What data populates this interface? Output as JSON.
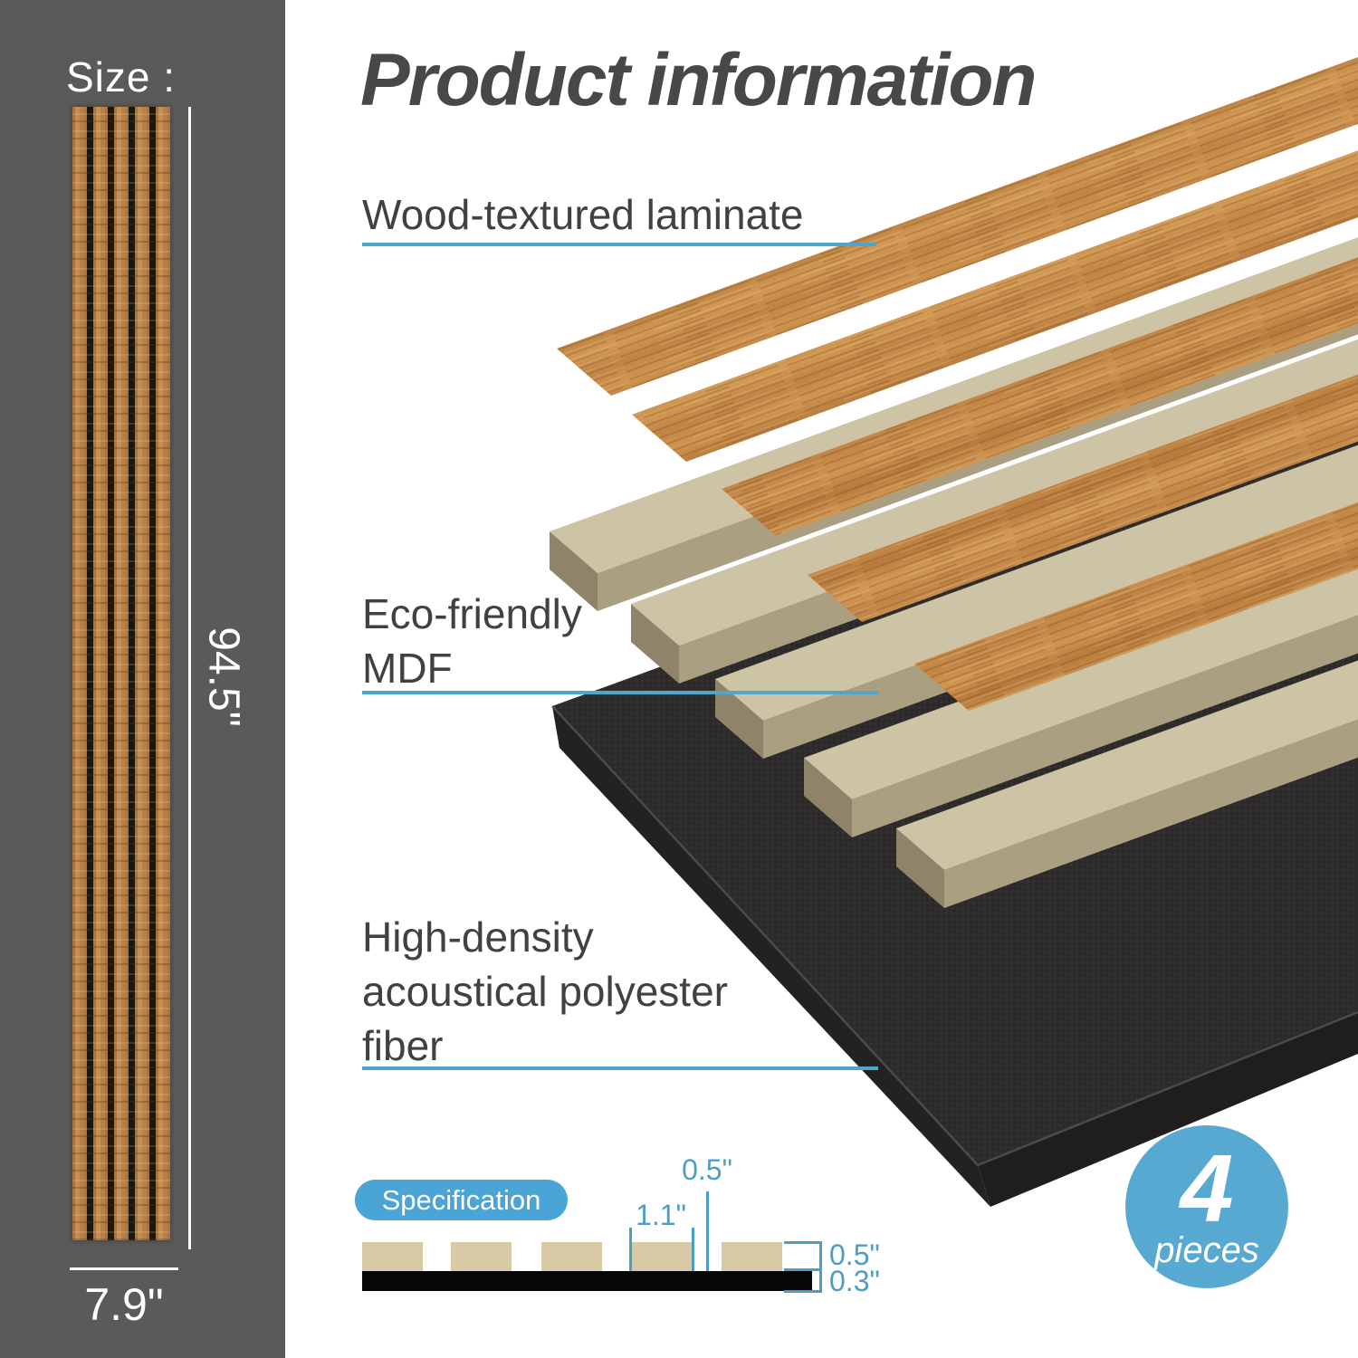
{
  "title": "Product information",
  "sidebar": {
    "size_label": "Size :",
    "height": "94.5\"",
    "width": "7.9\""
  },
  "callouts": {
    "laminate": "Wood-textured laminate",
    "mdf": [
      "Eco-friendly",
      "MDF"
    ],
    "fiber": [
      "High-density",
      "acoustical polyester",
      "fiber"
    ]
  },
  "spec": {
    "badge": "Specification",
    "groove_width": "0.5\"",
    "slat_width": "1.1\"",
    "panel_thickness": "0.5\"",
    "felt_thickness": "0.3\""
  },
  "badge": {
    "count": "4",
    "unit": "pieces"
  },
  "colors": {
    "accent_blue": "#4FA5CC",
    "badge_blue": "#58A9D1",
    "pill_blue": "#4AA5D6",
    "sidebar_gray": "#5B5A58",
    "wood": "#C28847",
    "mdf_tan": "#CDC4A6",
    "felt_black": "#2D2C2B"
  }
}
